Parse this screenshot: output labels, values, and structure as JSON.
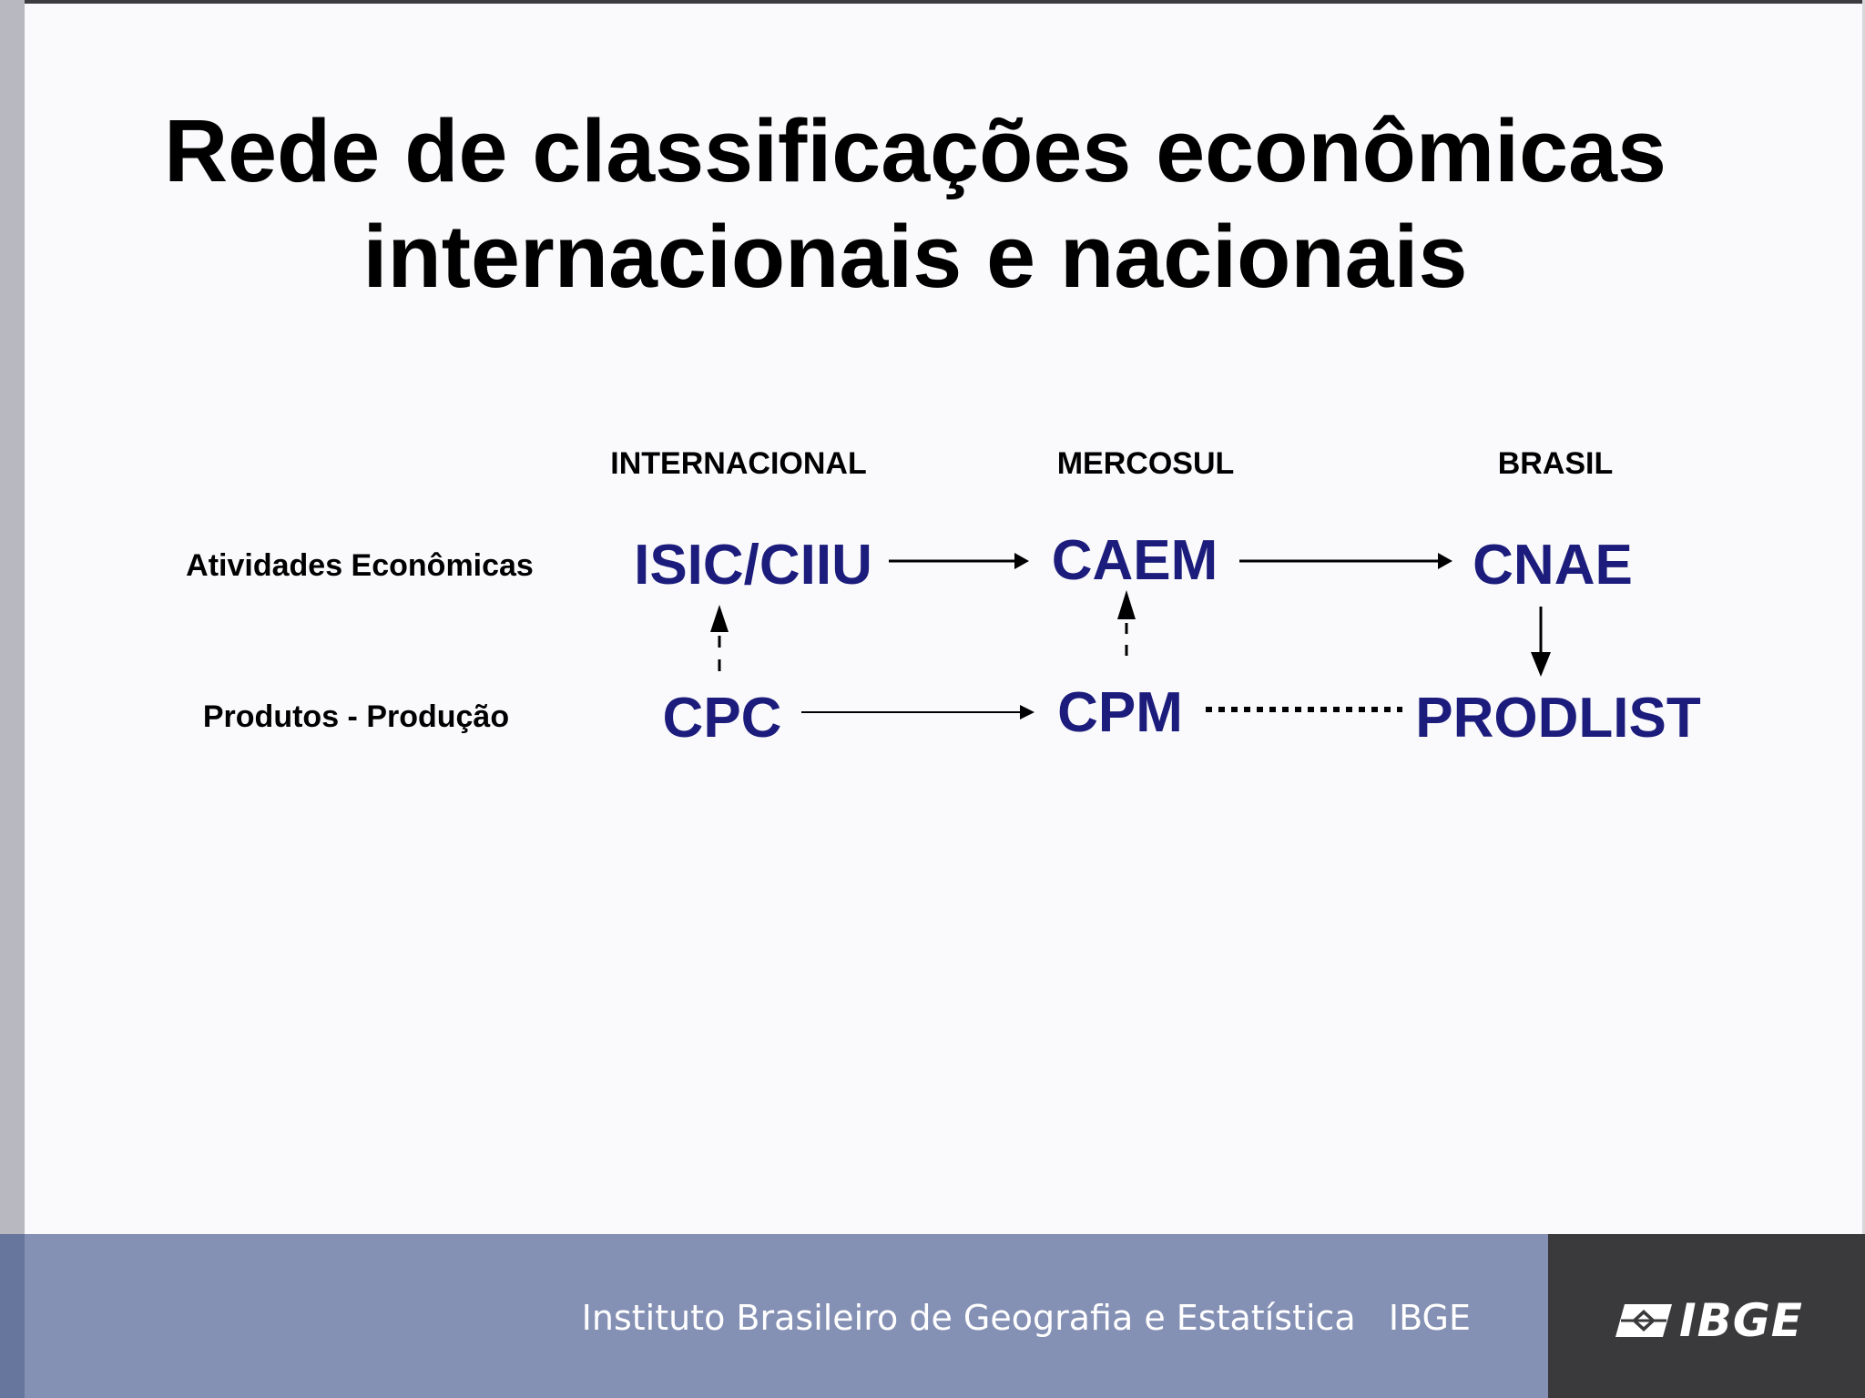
{
  "slide": {
    "title_line1": "Rede de classificações econômicas",
    "title_line2": "internacionais e nacionais"
  },
  "columns": {
    "internacional": "INTERNACIONAL",
    "mercosul": "MERCOSUL",
    "brasil": "BRASIL"
  },
  "rows": {
    "atividades": "Atividades Econômicas",
    "produtos": "Produtos - Produção"
  },
  "nodes": {
    "isic": "ISIC/CIIU",
    "caem": "CAEM",
    "cnae": "CNAE",
    "cpc": "CPC",
    "cpm": "CPM",
    "prodlist": "PRODLIST"
  },
  "footer": {
    "institute": "Instituto Brasileiro de Geografia e Estatística   IBGE",
    "logo_text": "IBGE"
  },
  "colors": {
    "node_text": "#1c1c7c",
    "footer_bg": "#8490b4",
    "logo_box_bg": "#3a393b",
    "left_bar": "#b7b8c0"
  }
}
